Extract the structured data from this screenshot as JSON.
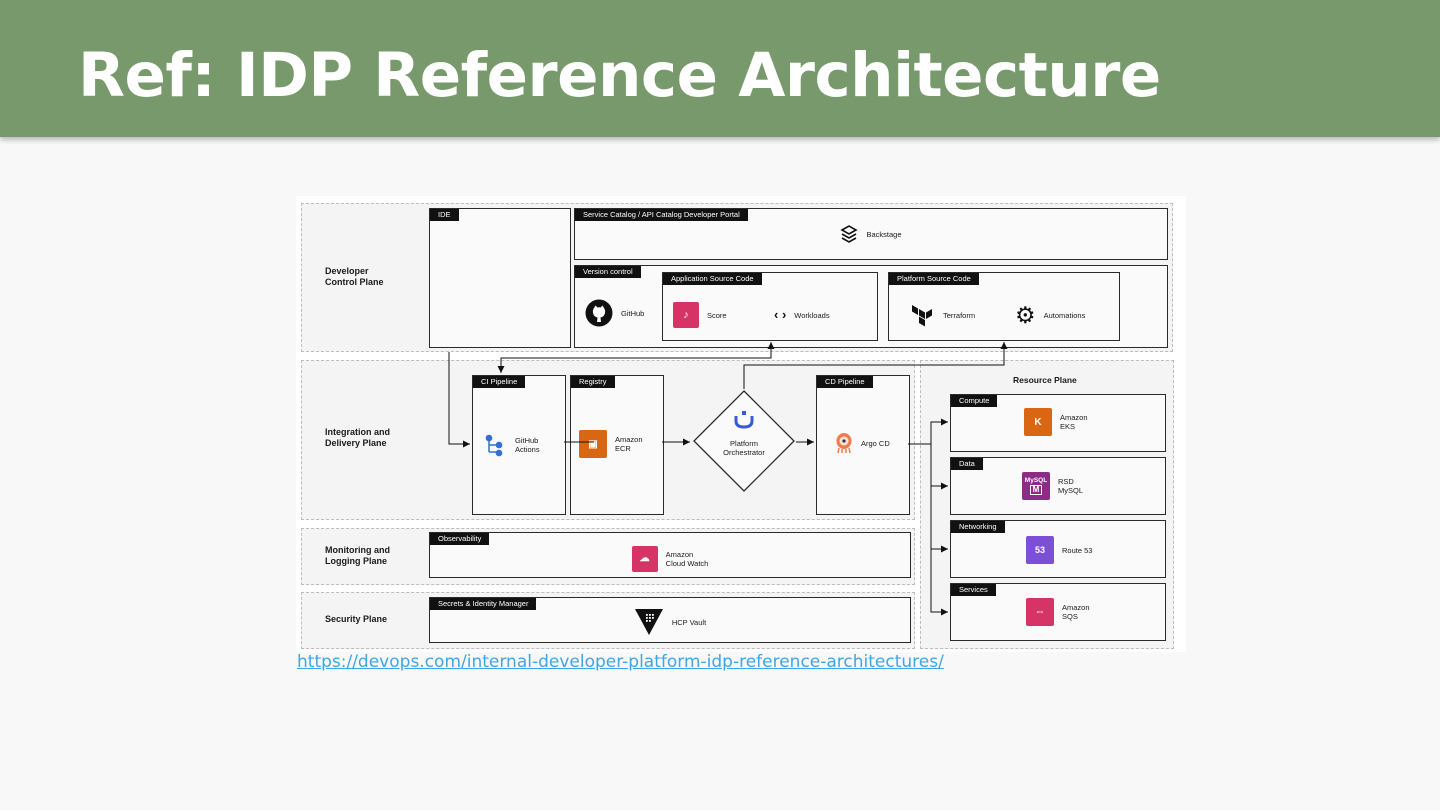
{
  "slide": {
    "title": "Ref: IDP Reference Architecture",
    "link_text": "https://devops.com/internal-developer-platform-idp-reference-architectures/",
    "header_color": "#78996b",
    "link_color": "#3ea6e8"
  },
  "diagram": {
    "planes": {
      "developer": "Developer\nControl Plane",
      "integration": "Integration and\nDelivery Plane",
      "monitoring": "Monitoring and\nLogging Plane",
      "security": "Security Plane",
      "resource": "Resource Plane"
    },
    "ide": {
      "tag": "IDE"
    },
    "service_catalog": {
      "tag": "Service Catalog / API Catalog Developer Portal",
      "item": "Backstage",
      "icon": "backstage-icon"
    },
    "version_control": {
      "tag": "Version control",
      "item": "GitHub",
      "icon": "github-icon"
    },
    "app_source": {
      "tag": "Application Source Code",
      "items": [
        "Score",
        "Workloads"
      ]
    },
    "platform_source": {
      "tag": "Platform Source Code",
      "items": [
        "Terraform",
        "Automations"
      ]
    },
    "ci": {
      "tag": "CI Pipeline",
      "item": "GitHub\nActions"
    },
    "registry": {
      "tag": "Registry",
      "item": "Amazon\nECR",
      "color": "#d86613"
    },
    "orchestrator": {
      "label": "Platform\nOrchestrator",
      "color": "#3a5bd9"
    },
    "cd": {
      "tag": "CD Pipeline",
      "item": "Argo CD"
    },
    "compute": {
      "tag": "Compute",
      "item": "Amazon\nEKS",
      "color": "#d86613"
    },
    "data": {
      "tag": "Data",
      "item": "RSD\nMySQL",
      "icon_text": "MySQL",
      "icon_sub": "M",
      "color": "#8c2c87"
    },
    "networking": {
      "tag": "Networking",
      "item": "Route 53",
      "icon_text": "53",
      "color": "#7b4fd6"
    },
    "services": {
      "tag": "Services",
      "item": "Amazon\nSQS",
      "color": "#d63367"
    },
    "observability": {
      "tag": "Observability",
      "item": "Amazon\nCloud Watch",
      "color": "#d63367"
    },
    "secrets": {
      "tag": "Secrets & Identity Manager",
      "item": "HCP Vault"
    }
  }
}
